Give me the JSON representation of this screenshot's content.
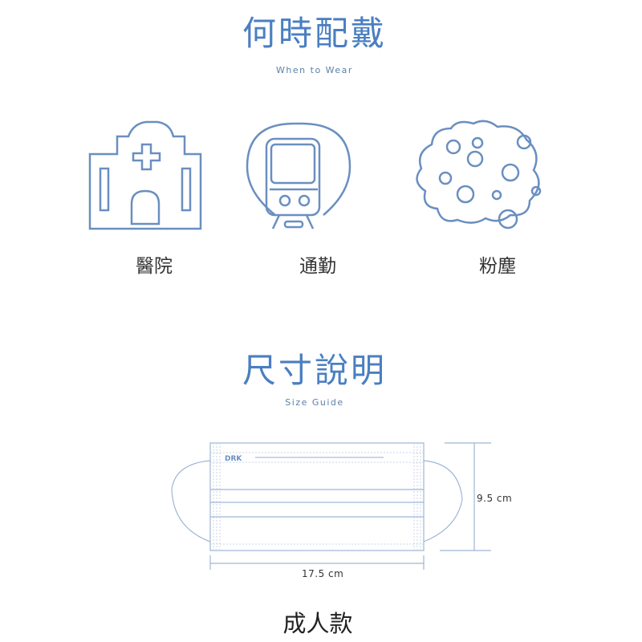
{
  "section_when": {
    "title": "何時配戴",
    "subtitle": "When to Wear",
    "items": [
      {
        "label": "醫院",
        "icon": "hospital-icon"
      },
      {
        "label": "通勤",
        "icon": "train-icon"
      },
      {
        "label": "粉塵",
        "icon": "dust-icon"
      }
    ]
  },
  "section_size": {
    "title": "尺寸說明",
    "subtitle": "Size Guide",
    "height_label": "9.5 cm",
    "width_label": "17.5 cm",
    "logo": "DRK",
    "model_label": "成人款"
  },
  "colors": {
    "accent": "#4a7fc1",
    "icon_stroke": "#6a8fc0"
  }
}
